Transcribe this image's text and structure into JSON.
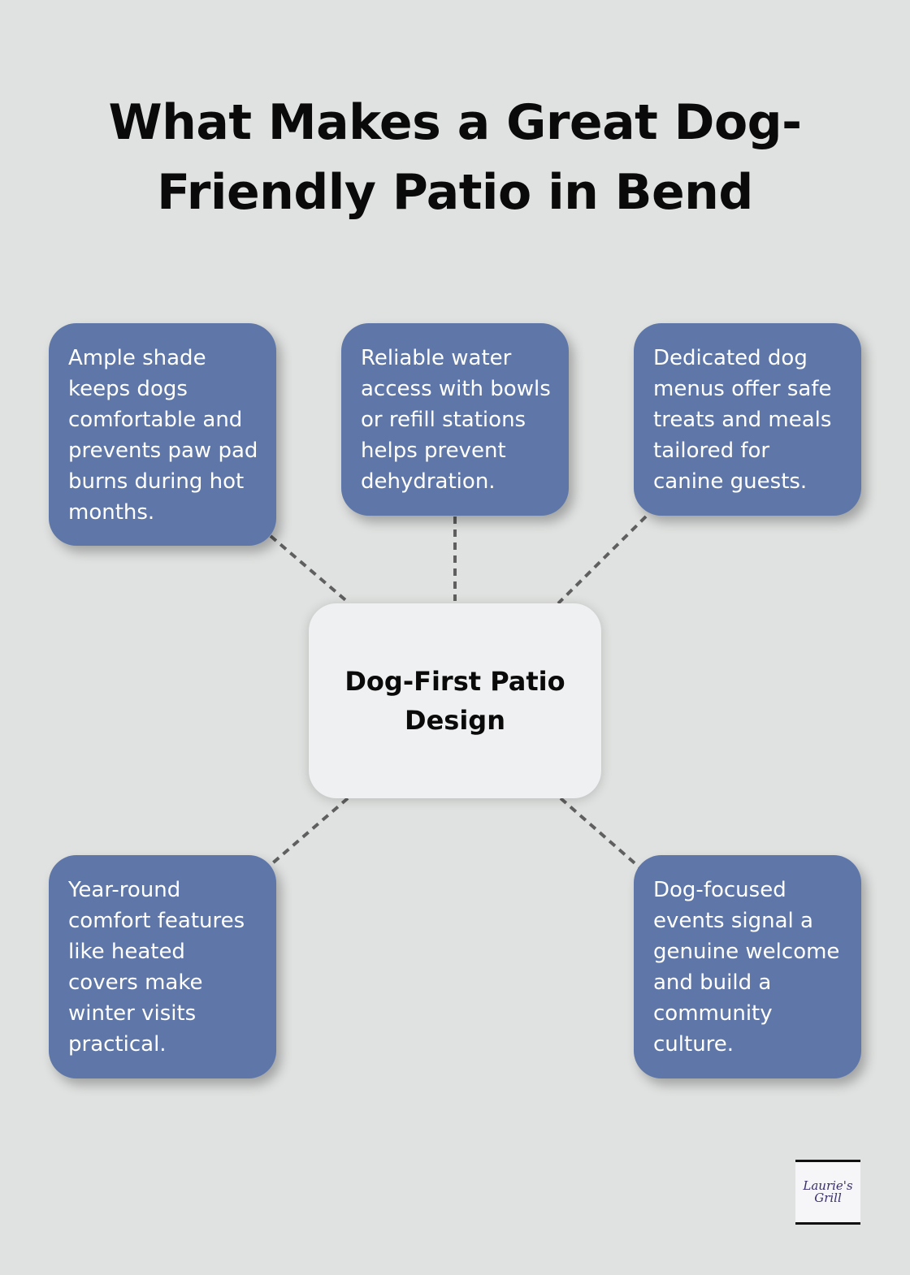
{
  "title": {
    "line1": "What Makes a Great Dog-",
    "line2": "Friendly Patio in Bend"
  },
  "center": {
    "line1": "Dog-First Patio",
    "line2": "Design"
  },
  "nodes": [
    {
      "id": "shade",
      "text": "Ample shade keeps dogs comfortable and prevents paw pad burns during hot months."
    },
    {
      "id": "water",
      "text": "Reliable water access with bowls or refill stations helps prevent dehydration."
    },
    {
      "id": "menus",
      "text": "Dedicated dog menus offer safe treats and meals tailored for canine guests."
    },
    {
      "id": "comfort",
      "text": "Year-round comfort features like heated covers make winter visits practical."
    },
    {
      "id": "events",
      "text": "Dog-focused events signal a genuine welcome and build a community culture."
    }
  ],
  "logo": {
    "line1": "Laurie's",
    "line2": "Grill"
  },
  "colors": {
    "background": "#e0e2e1",
    "node_fill": "#5e77a8",
    "center_fill": "#eff0f1",
    "connector": "#5f5f5f"
  }
}
